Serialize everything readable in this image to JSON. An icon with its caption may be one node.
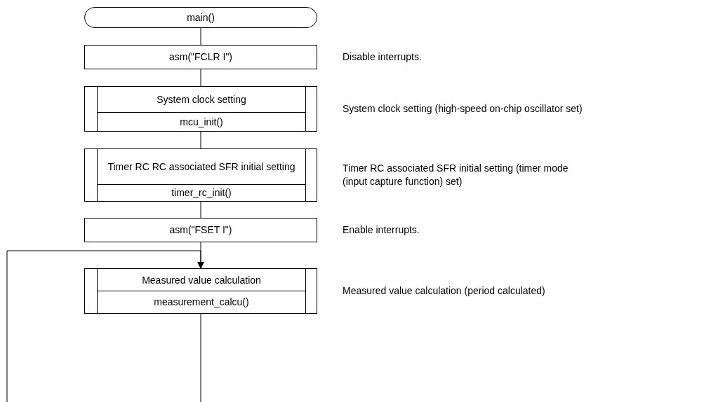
{
  "diagram": {
    "nodes": [
      {
        "text": [
          "main()"
        ]
      },
      {
        "text": [
          "asm(\"FCLR I\")"
        ],
        "beside": [
          "Disable interrupts."
        ]
      },
      {
        "text": [
          "System clock setting",
          "mcu_init()"
        ],
        "beside": [
          "System clock setting (high-speed on-chip oscillator set)"
        ]
      },
      {
        "text": [
          "Timer RC RC associated SFR initial setting",
          "timer_rc_init()"
        ],
        "beside": [
          "Timer RC associated SFR initial setting (timer mode (input capture function) set)"
        ]
      },
      {
        "text": [
          "asm(\"FSET I\")"
        ],
        "beside": [
          "Enable interrupts."
        ]
      },
      {
        "text": [
          "Measured value calculation",
          "measurement_calcu()"
        ],
        "beside": [
          "Measured value calculation (period calculated)"
        ]
      }
    ],
    "edges": [
      {
        "from": 0,
        "to": 1,
        "arrow": "none"
      },
      {
        "from": 1,
        "to": 2,
        "arrow": "none"
      },
      {
        "from": 2,
        "to": 3,
        "arrow": "none"
      },
      {
        "from": 3,
        "to": 4,
        "arrow": "none"
      },
      {
        "from": 4,
        "to": 5,
        "arrow": "none"
      },
      {
        "from": null,
        "to": 5,
        "arrow": "to"
      },
      {
        "from": 5,
        "to": null,
        "arrow": "none"
      }
    ]
  }
}
